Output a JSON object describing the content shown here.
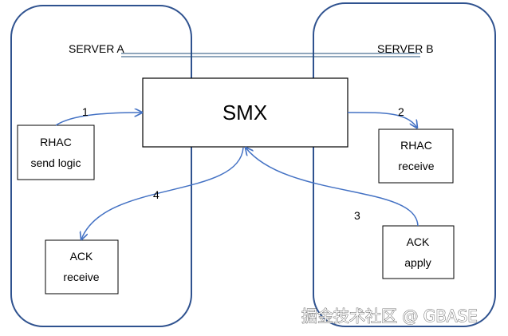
{
  "servers": {
    "a_label": "SERVER A",
    "b_label": "SERVER B"
  },
  "boxes": {
    "smx": "SMX",
    "rhac_send_line1": "RHAC",
    "rhac_send_line2": "send logic",
    "rhac_receive_line1": "RHAC",
    "rhac_receive_line2": "receive",
    "ack_receive_line1": "ACK",
    "ack_receive_line2": "receive",
    "ack_apply_line1": "ACK",
    "ack_apply_line2": "apply"
  },
  "steps": {
    "s1": "1",
    "s2": "2",
    "s3": "3",
    "s4": "4"
  },
  "watermark": "掘金技术社区 @ GBASE",
  "colors": {
    "server_border": "#2F528F",
    "arrow": "#4472C4",
    "box_border": "#000000",
    "divider_line": "#1F4E79"
  }
}
